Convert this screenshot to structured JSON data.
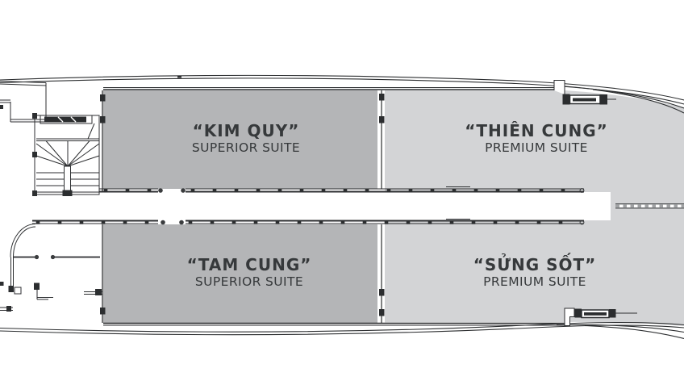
{
  "deck_plan": {
    "rooms": [
      {
        "id": "kim-quy",
        "name": "“KIM QUY”",
        "category": "SUPERIOR SUITE",
        "fill": "#b4b5b7"
      },
      {
        "id": "thien-cung",
        "name": "“THIÊN CUNG”",
        "category": "PREMIUM SUITE",
        "fill": "#d3d4d6"
      },
      {
        "id": "tam-cung",
        "name": "“TAM CUNG”",
        "category": "SUPERIOR SUITE",
        "fill": "#b4b5b7"
      },
      {
        "id": "sung-sot",
        "name": "“SỬNG SỐT”",
        "category": "PREMIUM SUITE",
        "fill": "#d3d4d6"
      }
    ],
    "colors": {
      "superior_suite": "#b4b5b7",
      "premium_suite": "#d3d4d6",
      "linework": "#2c2e30",
      "background": "#ffffff"
    }
  }
}
